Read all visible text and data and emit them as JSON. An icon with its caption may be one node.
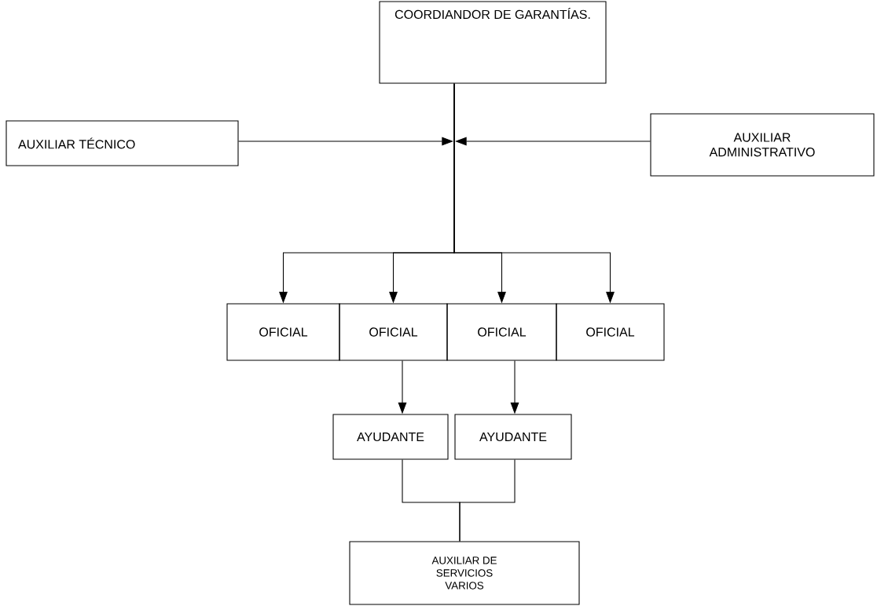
{
  "diagram": {
    "nodes": [
      {
        "text": [
          "COORDIANDOR DE GARANTÍAS."
        ]
      },
      {
        "text": [
          "AUXILIAR TÉCNICO"
        ]
      },
      {
        "text": [
          "AUXILIAR ADMINISTRATIVO"
        ]
      },
      {
        "text": [
          "OFICIAL"
        ]
      },
      {
        "text": [
          "OFICIAL"
        ]
      },
      {
        "text": [
          "OFICIAL"
        ]
      },
      {
        "text": [
          "OFICIAL"
        ]
      },
      {
        "text": [
          "AYUDANTE"
        ]
      },
      {
        "text": [
          "AYUDANTE"
        ]
      },
      {
        "text": [
          "AUXILIAR DE SERVICIOS VARIOS"
        ]
      }
    ],
    "edges": [
      {
        "from": 0,
        "to": 3,
        "arrow": "to"
      },
      {
        "from": 0,
        "to": 4,
        "arrow": "to"
      },
      {
        "from": 0,
        "to": 5,
        "arrow": "to"
      },
      {
        "from": 0,
        "to": 6,
        "arrow": "to"
      },
      {
        "from": 1,
        "to": 0,
        "arrow": "to"
      },
      {
        "from": 2,
        "to": 0,
        "arrow": "to"
      },
      {
        "from": 4,
        "to": 7,
        "arrow": "to"
      },
      {
        "from": 5,
        "to": 8,
        "arrow": "to"
      },
      {
        "from": 7,
        "to": 9,
        "arrow": "none"
      },
      {
        "from": 8,
        "to": 9,
        "arrow": "none"
      }
    ]
  }
}
